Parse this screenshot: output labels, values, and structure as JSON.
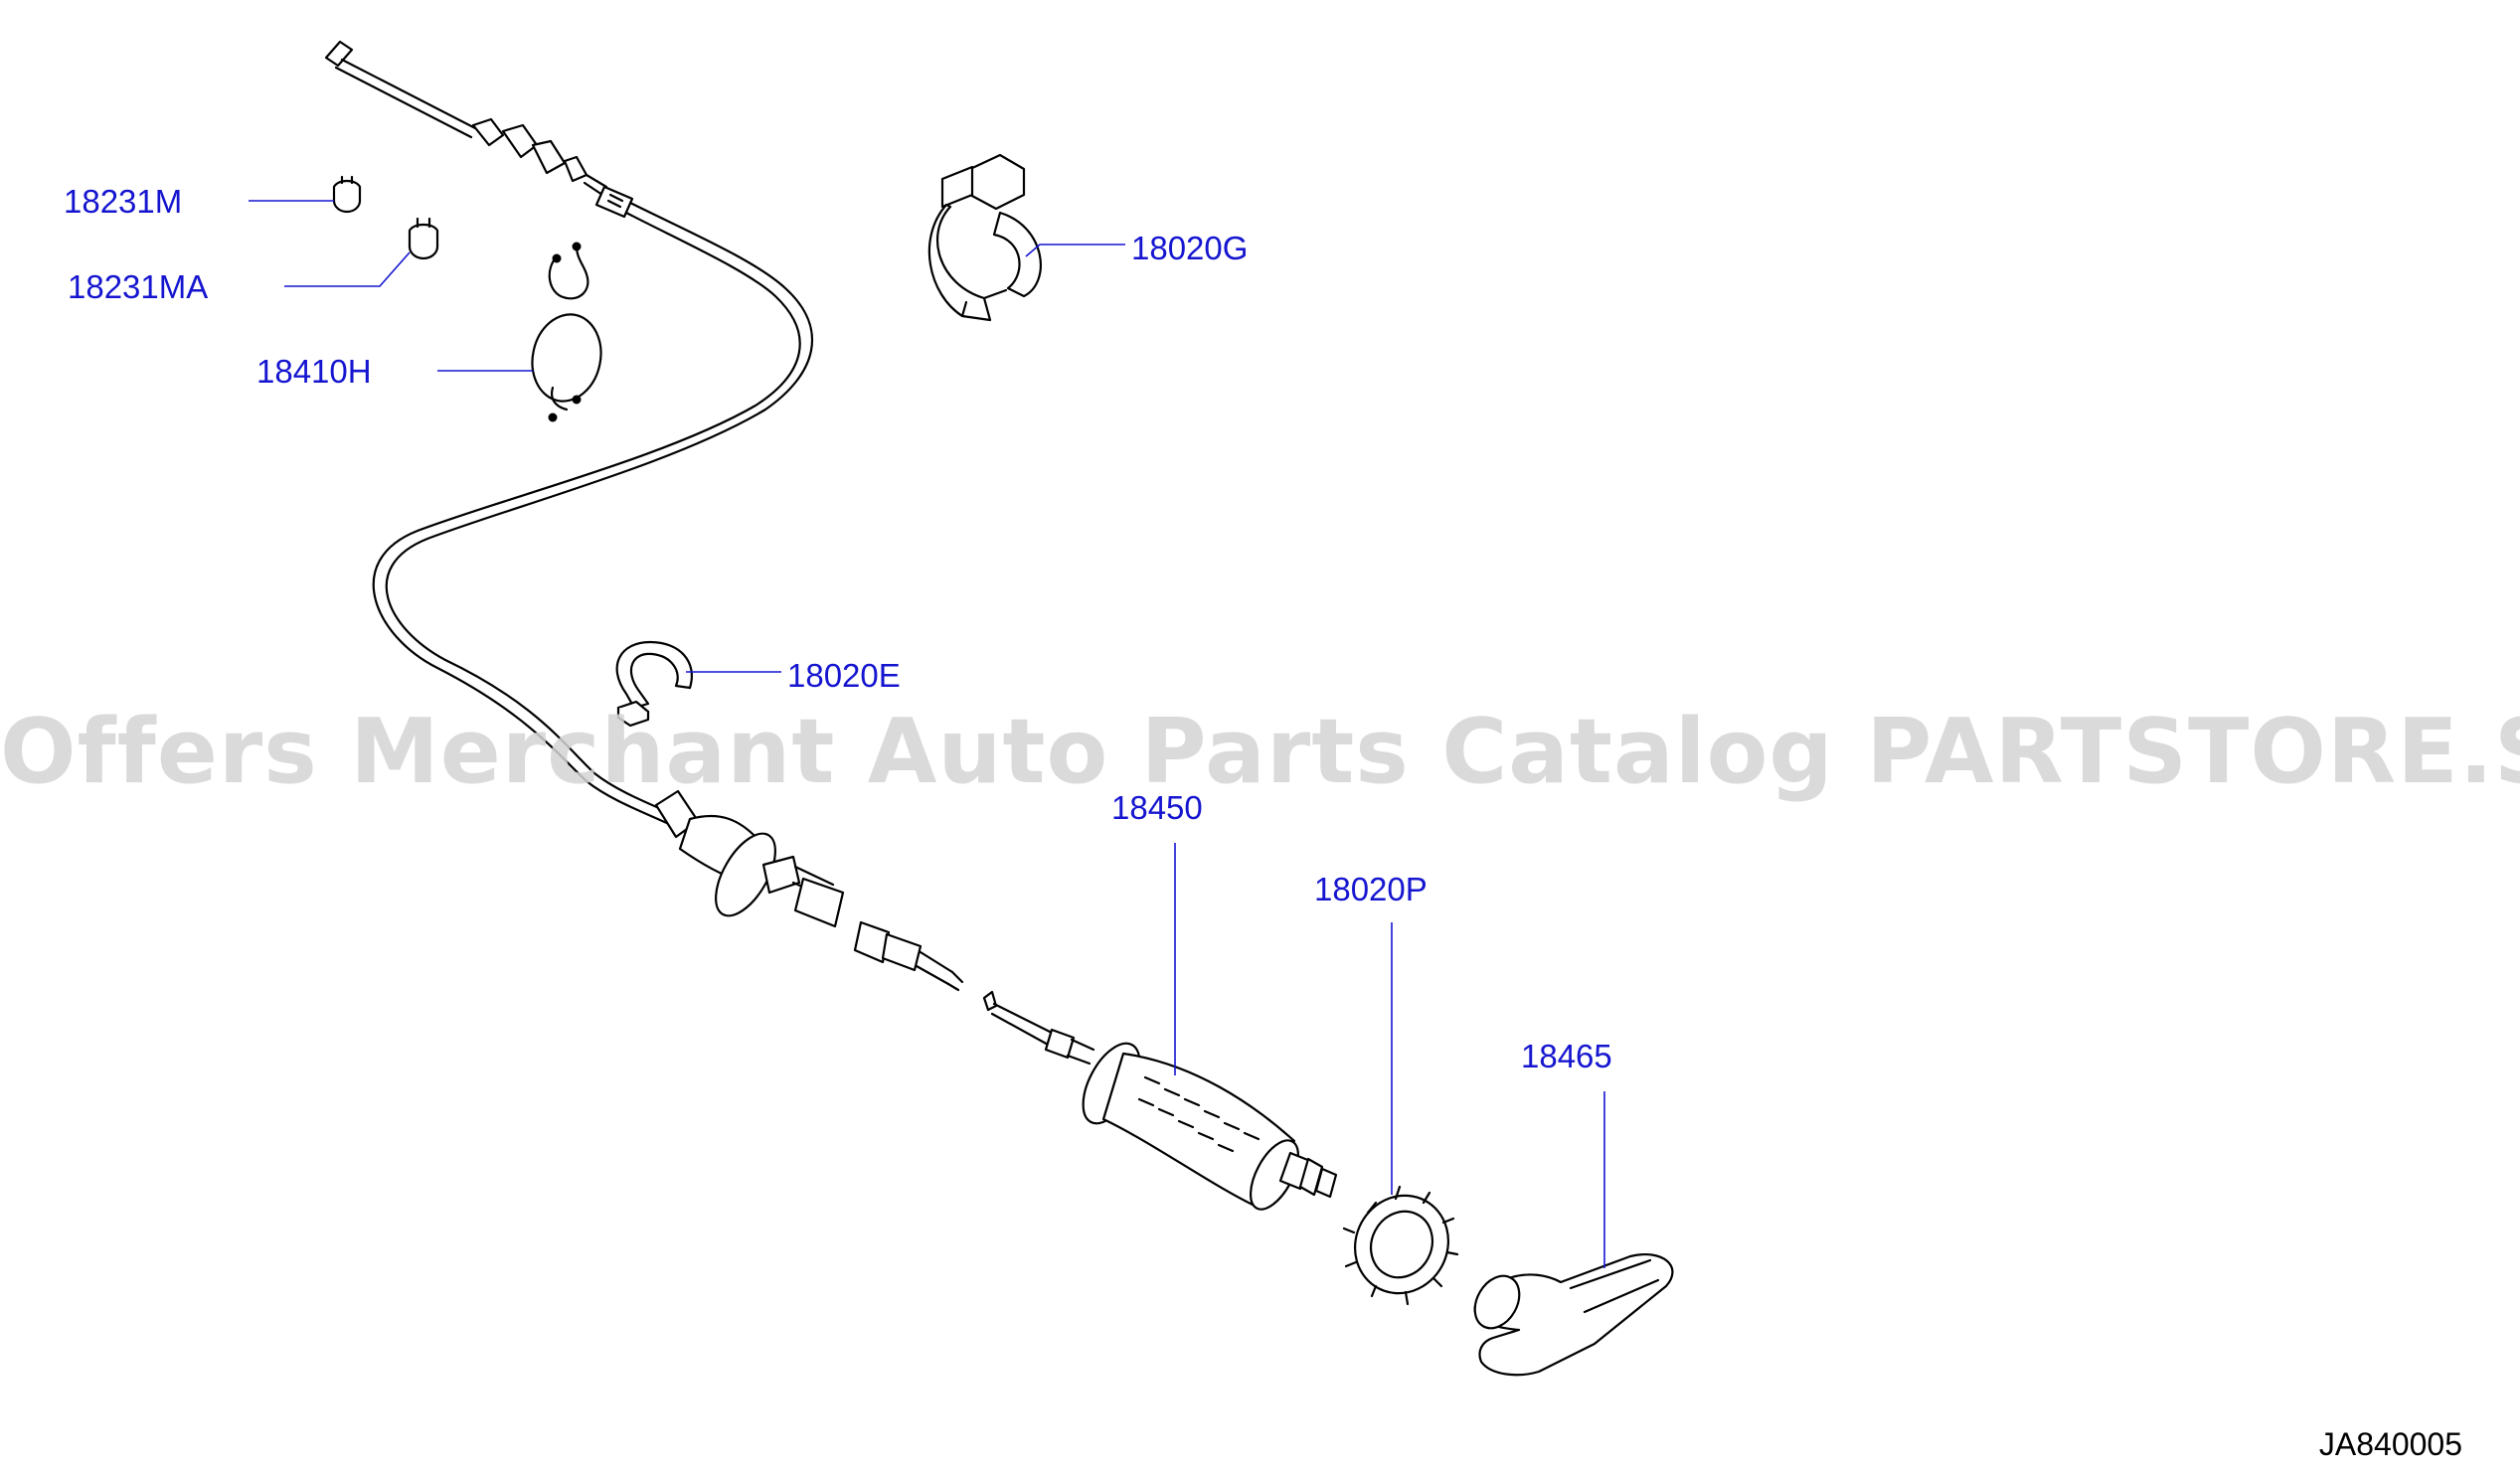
{
  "diagram": {
    "watermark": "Offers Merchant Auto Parts Catalog PARTSTORE.SA",
    "code": "JA840005",
    "label_color": "#1515d0",
    "parts": [
      {
        "id": "18231M",
        "icon": "clip-icon"
      },
      {
        "id": "18231MA",
        "icon": "clip-icon"
      },
      {
        "id": "18410H",
        "icon": "wire-tie-icon"
      },
      {
        "id": "18020G",
        "icon": "bracket-clip-icon"
      },
      {
        "id": "18020E",
        "icon": "band-clip-icon"
      },
      {
        "id": "18450",
        "icon": "throttle-cable-icon"
      },
      {
        "id": "18020P",
        "icon": "lock-nut-icon"
      },
      {
        "id": "18465",
        "icon": "knob-icon"
      }
    ]
  }
}
